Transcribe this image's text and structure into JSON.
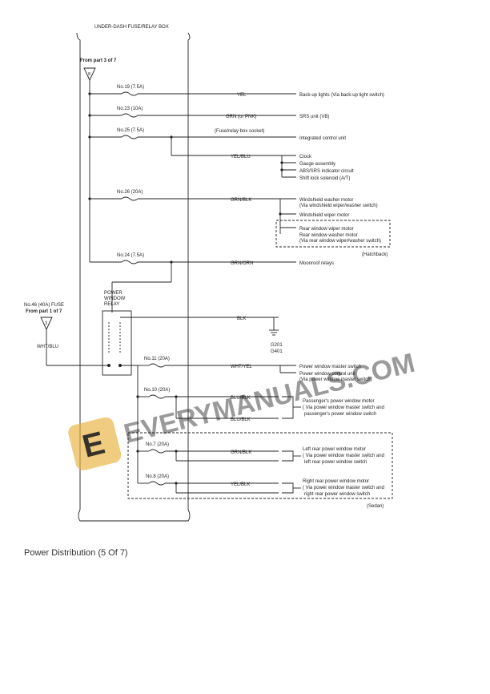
{
  "header": {
    "fuse_box": "UNDER-DASH FUSE/RELAY BOX"
  },
  "from_part3": {
    "label": "From part 3 of 7",
    "connector": "8"
  },
  "from_part1": {
    "line1": "No.46 (40A) FUSE",
    "line2": "From part 1 of 7",
    "connector": "3",
    "wire": "WHT/BLU"
  },
  "fuses": {
    "f19": "No.19 (7.5A)",
    "f23": "No.23 (10A)",
    "f25": "No.25 (7.5A)",
    "f26": "No.26 (20A)",
    "f24": "No.24 (7.5A)",
    "f11": "No.11 (20A)",
    "f10": "No.10 (20A)",
    "f7": "No.7 (20A)",
    "f8": "No.8 (20A)"
  },
  "wires": {
    "yel": "YEL",
    "grn_pnk": "GRN (or PNK)",
    "yel_blu": "YEL/BLU",
    "grn_blk": "GRN/BLK",
    "grn_orn": "GRN/ORN",
    "blk": "BLK",
    "wht_yel": "WHT/YEL",
    "blu_blk_1": "BLU/BLK",
    "blu_blk_2": "BLU/BLK",
    "grn_blk_2": "GRN/BLK",
    "yel_blk": "YEL/BLK"
  },
  "notes": {
    "socket": "(Fuse/relay box socket)",
    "hatchback": "(Hatchback)",
    "sedan": "(Sedan)"
  },
  "relay": {
    "line1": "POWER",
    "line2": "WINDOW",
    "line3": "RELAY"
  },
  "ground": {
    "g1": "G201",
    "g2": "G401"
  },
  "loads": {
    "backup": "Back-up lights (Via back-up light switch)",
    "srs": "SRS unit (VB)",
    "icu": "Integrated control unit",
    "clock": "Clock",
    "gauge": "Gauge assembly",
    "abs": "ABS/SRS indicator circuit",
    "shift": "Shift lock solenoid (A/T)",
    "wsw1": "Windshield washer motor",
    "wsw2": "(Via windshield wiper/washer switch)",
    "wswip": "Windshield wiper motor",
    "rwip": "Rear window wiper motor",
    "rwash": "Rear window washer motor",
    "rwash2": "(Via rear window wiper/washer switch)",
    "moon": "Moonroof relays",
    "pwms": "Power window master switch",
    "pwcu": "Power window control unit",
    "pwcu2": "(Via power window master switch)",
    "pass1": "Passenger's power window motor",
    "pass2": "( Via power window master switch and",
    "pass3": "passenger's power window switch",
    "lr1": "Left rear power window motor",
    "lr2": "( Via power window master switch and",
    "lr3": "left rear power window switch",
    "rr1": "Right rear power window motor",
    "rr2": "( Via power window master switch and",
    "rr3": "right rear power window switch"
  },
  "watermark": {
    "mark": "E",
    "text": "EVERYMANUALS.COM",
    "color": "#e8b13c"
  },
  "caption": "Power Distribution (5 Of 7)"
}
